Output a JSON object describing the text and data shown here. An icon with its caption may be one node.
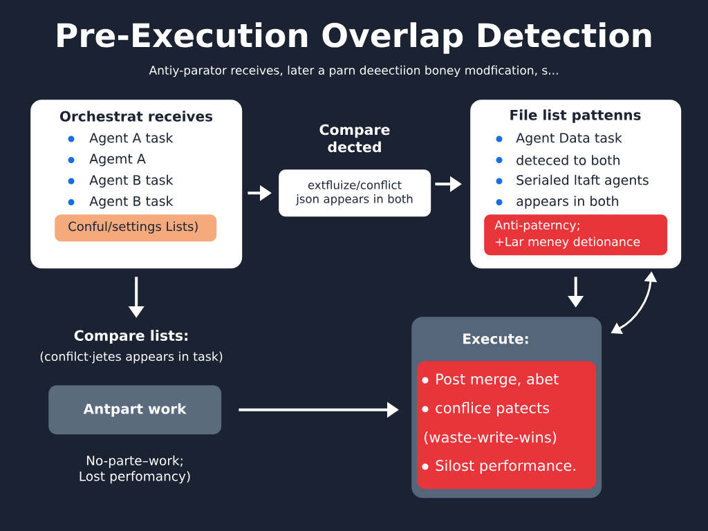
{
  "diagram": {
    "title": "Pre-Execution Overlap Detection",
    "nodes": [
      {
        "text": [
          "Orchestrat receives",
          "Agent A task",
          "Agemt A",
          "Agent B task",
          "Agent B task"
        ]
      },
      {
        "text": [
          "Conful/settings Lists)"
        ],
        "in": 0
      },
      {
        "text": [
          "Compare dected",
          "extfluize/conflict json appears in both"
        ]
      },
      {
        "text": [
          "File list pattenns",
          "Agent Data task",
          "deteced to both",
          "Serialed ltaft agents",
          "appears in both"
        ]
      },
      {
        "text": [
          "Anti-paterncy;",
          "+Lar meney detionance"
        ],
        "in": 3
      },
      {
        "text": [
          "Compare lists:",
          "(confilct·jetes appears in task)"
        ]
      },
      {
        "text": [
          "Antpart work"
        ],
        "beside": [
          "No-parte–work; Lost perfomancy)"
        ]
      },
      {
        "text": [
          "Execute:"
        ]
      },
      {
        "text": [
          "Post merge, abet",
          "conflice patects",
          "(waste-write-wins)",
          "Silost performance."
        ],
        "in": 7
      }
    ],
    "edges": [
      {
        "from": 0,
        "to": 2,
        "arrow": "to"
      },
      {
        "from": 2,
        "to": 3,
        "arrow": "to"
      },
      {
        "from": 0,
        "to": 5,
        "arrow": "to"
      },
      {
        "from": 6,
        "to": 7,
        "arrow": "to"
      },
      {
        "from": 3,
        "to": 7,
        "arrow": "to"
      },
      {
        "from": 7,
        "to": 3,
        "arrow": "both"
      }
    ],
    "labels": [
      "Antiy-parator receives, later a parn deeectiion boney modfication, s..."
    ]
  }
}
